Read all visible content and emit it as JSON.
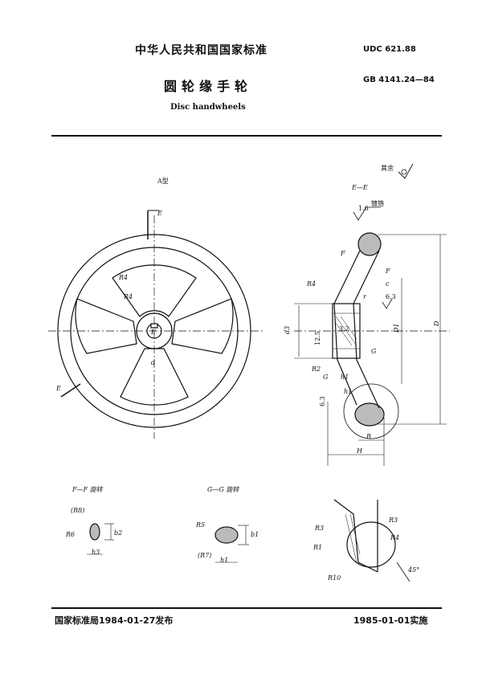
{
  "header": {
    "standard_title": "中华人民共和国国家标准",
    "udc": "UDC 621.88",
    "title_cn": "圆轮缘手轮",
    "gb_number": "GB 4141.24—84",
    "title_en": "Disc handwheels"
  },
  "drawing": {
    "surface_note": "其余",
    "type_label": "A型",
    "section_ee": "E—E",
    "chrome_note": "镀铬",
    "roughness_1": "1.6",
    "roughness_2": "6.3",
    "roughness_3": "3.2",
    "roughness_4": "12.5",
    "roughness_5": "6.3",
    "section_ff": "F—F 旋转",
    "section_gg": "G—G 旋转",
    "labels": {
      "E": "E",
      "F": "F",
      "G": "G",
      "d": "d",
      "c": "c",
      "r": "r",
      "R1": "R1",
      "R2": "R2",
      "R3": "R3",
      "R4": "R4",
      "R5": "R5",
      "R6": "R6",
      "R7": "(R7)",
      "R8": "(R8)",
      "R10": "R10",
      "d3": "d3",
      "D1": "D1",
      "D": "D",
      "B": "B",
      "H": "H",
      "h1": "h1",
      "h2": "h2",
      "h3": "h3",
      "b1": "b1",
      "b2": "b2",
      "angle": "45°"
    }
  },
  "footer": {
    "issued": "国家标准局1984-01-27发布",
    "implemented": "1985-01-01实施"
  }
}
